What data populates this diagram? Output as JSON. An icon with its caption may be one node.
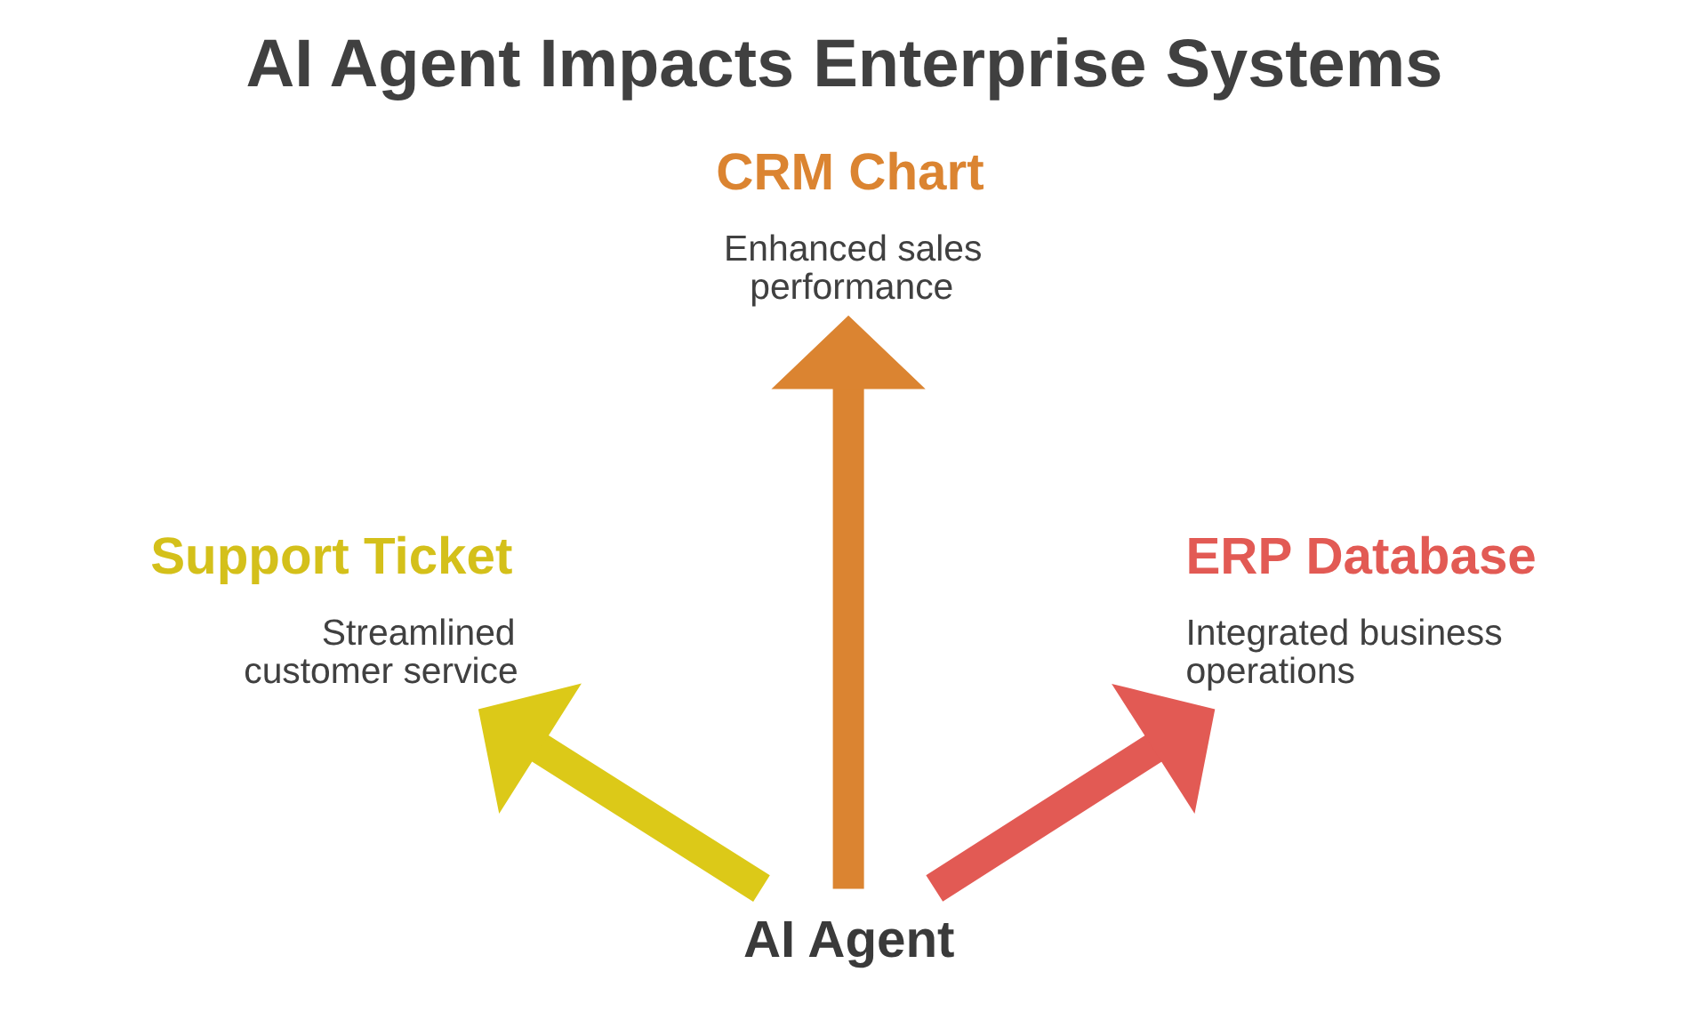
{
  "diagram": {
    "title": "AI Agent Impacts Enterprise Systems",
    "nodes": [
      {
        "text": [
          "CRM Chart",
          "Enhanced sales performance"
        ]
      },
      {
        "text": [
          "Support Ticket",
          "Streamlined customer service"
        ]
      },
      {
        "text": [
          "ERP Database",
          "Integrated business operations"
        ]
      },
      {
        "text": [
          "AI Agent"
        ]
      }
    ],
    "edges": [
      {
        "from": 3,
        "to": 1,
        "arrow": "to",
        "color": "#dcc918"
      },
      {
        "from": 3,
        "to": 0,
        "arrow": "to",
        "color": "#db8431"
      },
      {
        "from": 3,
        "to": 2,
        "arrow": "to",
        "color": "#e25a54"
      }
    ]
  }
}
